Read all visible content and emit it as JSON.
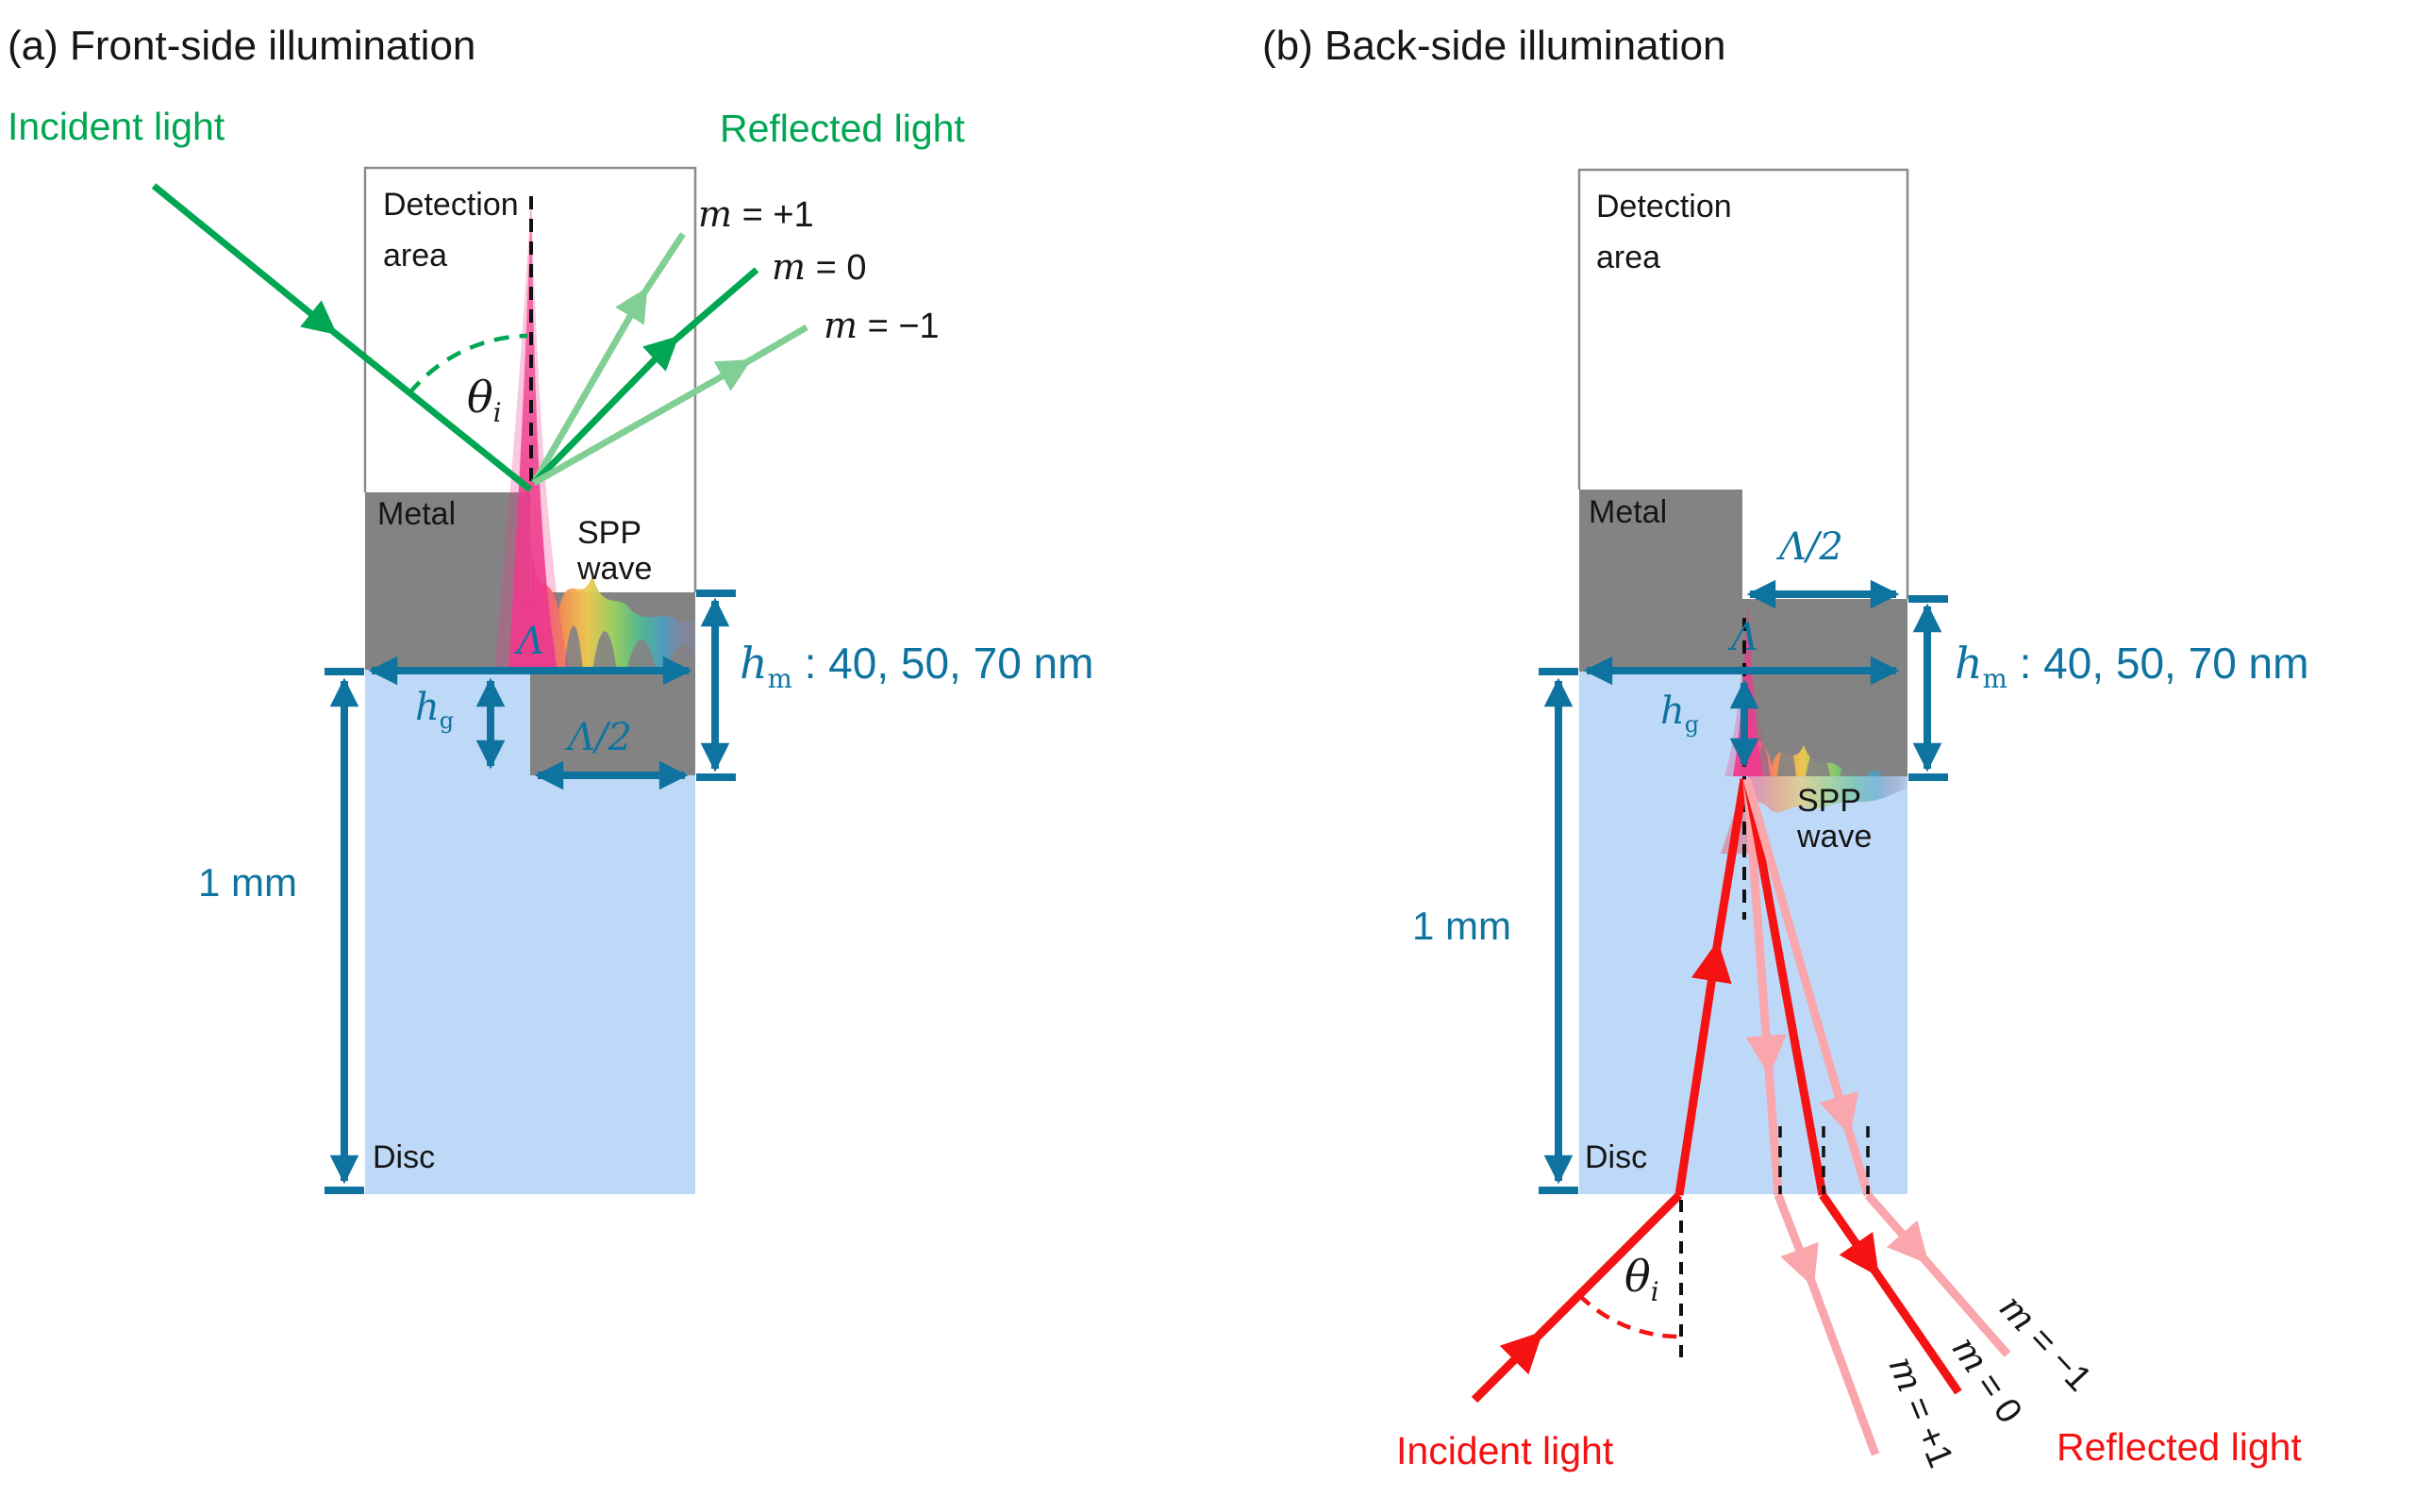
{
  "palette": {
    "green": "#00a651",
    "light_green": "#82cf96",
    "red": "#f41212",
    "pink": "#f9a6ad",
    "magenta": "#ee3a8c",
    "blue": "#0f73a0",
    "disc_blue": "#bed9f7",
    "metal_gray": "#838383",
    "border_gray": "#8c8c8c",
    "ink": "#161616"
  },
  "panel_a": {
    "title": "(a) Front-side illumination",
    "incident_label": "Incident light",
    "reflected_label": "Reflected light",
    "detection_area_line1": "Detection",
    "detection_area_line2": "area",
    "metal_label": "Metal",
    "spp_line1": "SPP",
    "spp_line2": "wave",
    "disc_label": "Disc",
    "theta": {
      "base": "θ",
      "sub": "i"
    },
    "orders": [
      {
        "var": "m",
        "eq": " = +1"
      },
      {
        "var": "m",
        "eq": " = 0"
      },
      {
        "var": "m",
        "eq": " = −1"
      }
    ],
    "dims": {
      "pitch": "Λ",
      "half_pitch": "Λ/2",
      "groove_depth_base": "h",
      "groove_depth_sub": "g",
      "metal_thickness_base": "h",
      "metal_thickness_sub": "m",
      "metal_thickness_values": " : 40, 50, 70 nm",
      "disc_thickness": "1 mm"
    }
  },
  "panel_b": {
    "title": "(b) Back-side illumination",
    "incident_label": "Incident light",
    "reflected_label": "Reflected light",
    "detection_area_line1": "Detection",
    "detection_area_line2": "area",
    "metal_label": "Metal",
    "spp_line1": "SPP",
    "spp_line2": "wave",
    "disc_label": "Disc",
    "theta": {
      "base": "θ",
      "sub": "i"
    },
    "orders": [
      {
        "var": "m",
        "eq": " = +1"
      },
      {
        "var": "m",
        "eq": " = 0"
      },
      {
        "var": "m",
        "eq": " = −1"
      }
    ],
    "dims": {
      "pitch": "Λ",
      "half_pitch": "Λ/2",
      "groove_depth_base": "h",
      "groove_depth_sub": "g",
      "metal_thickness_base": "h",
      "metal_thickness_sub": "m",
      "metal_thickness_values": " : 40, 50, 70 nm",
      "disc_thickness": "1 mm"
    }
  }
}
